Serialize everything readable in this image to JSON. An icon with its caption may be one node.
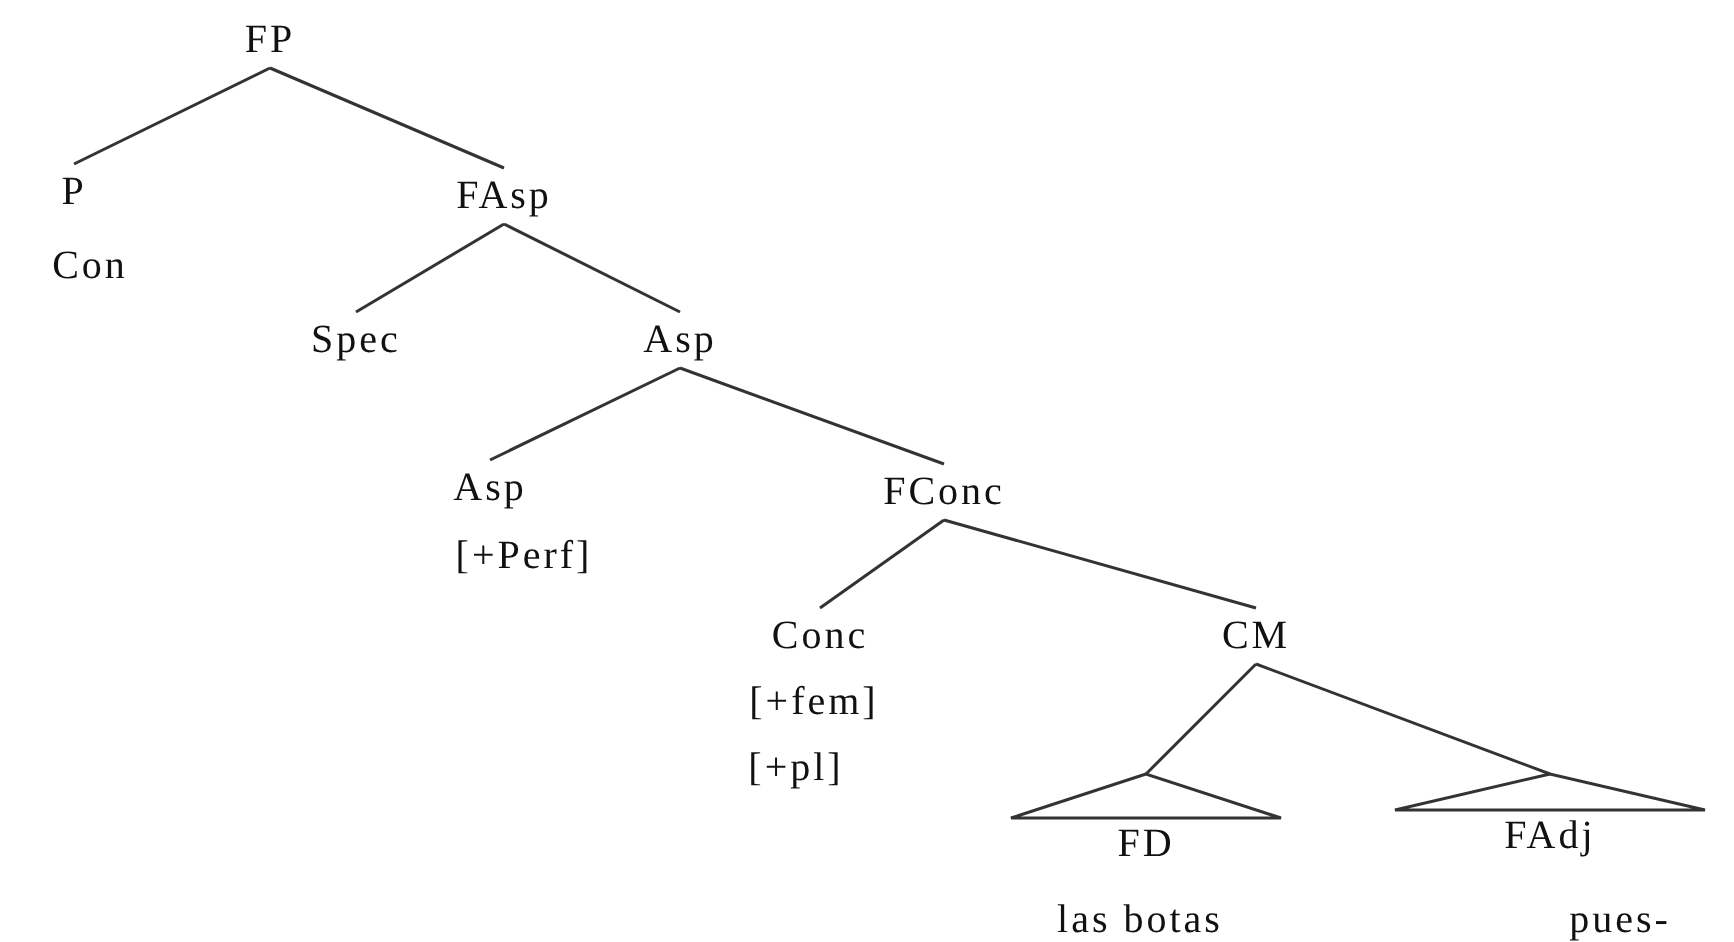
{
  "diagram": {
    "nodes": [
      {
        "text": [
          "FP"
        ]
      },
      {
        "text": [
          "P"
        ],
        "beside": [
          "Con"
        ]
      },
      {
        "text": [
          "FAsp"
        ]
      },
      {
        "text": [
          "Spec"
        ]
      },
      {
        "text": [
          "Asp"
        ]
      },
      {
        "text": [
          "Asp"
        ],
        "beside": [
          "[+Perf]"
        ]
      },
      {
        "text": [
          "FConc"
        ]
      },
      {
        "text": [
          "Conc"
        ],
        "beside": [
          "[+fem]",
          "[+pl]"
        ]
      },
      {
        "text": [
          "CM"
        ]
      },
      {
        "text": [
          "FD"
        ],
        "beside": [
          "las botas"
        ]
      },
      {
        "text": [
          "FAdj"
        ],
        "beside": [
          "pues-"
        ]
      }
    ],
    "edges": [
      {
        "from": 0,
        "to": 1,
        "arrow": "none"
      },
      {
        "from": 0,
        "to": 2,
        "arrow": "none"
      },
      {
        "from": 2,
        "to": 3,
        "arrow": "none"
      },
      {
        "from": 2,
        "to": 4,
        "arrow": "none"
      },
      {
        "from": 4,
        "to": 5,
        "arrow": "none"
      },
      {
        "from": 4,
        "to": 6,
        "arrow": "none"
      },
      {
        "from": 6,
        "to": 7,
        "arrow": "none"
      },
      {
        "from": 6,
        "to": 8,
        "arrow": "none"
      },
      {
        "from": 8,
        "to": 9,
        "arrow": "none"
      },
      {
        "from": 8,
        "to": 10,
        "arrow": "none"
      }
    ]
  }
}
